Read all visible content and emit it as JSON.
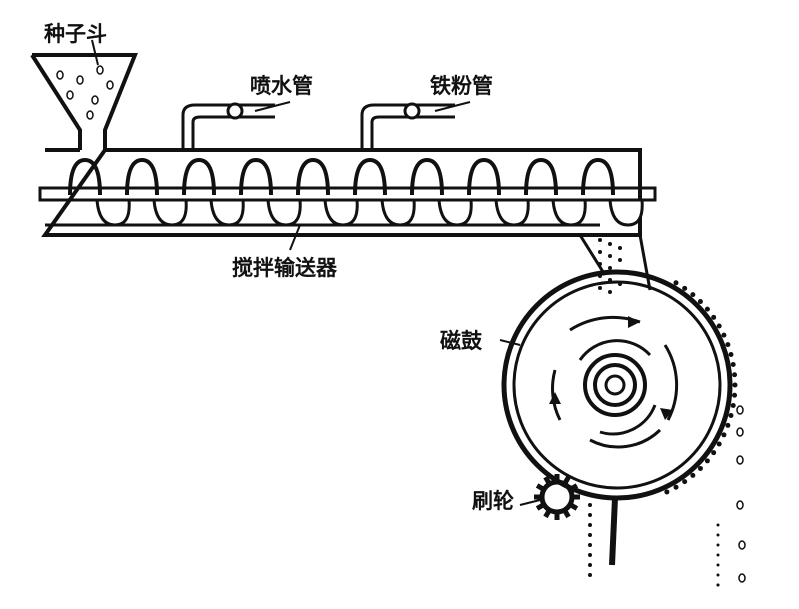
{
  "labels": {
    "seed_hopper": "种子斗",
    "water_pipe": "喷水管",
    "iron_powder_pipe": "铁粉管",
    "mixing_conveyor": "搅拌输送器",
    "magnetic_drum": "磁鼓",
    "brush_wheel": "刷轮"
  },
  "colors": {
    "ink": "#111111",
    "paper": "#ffffff"
  }
}
